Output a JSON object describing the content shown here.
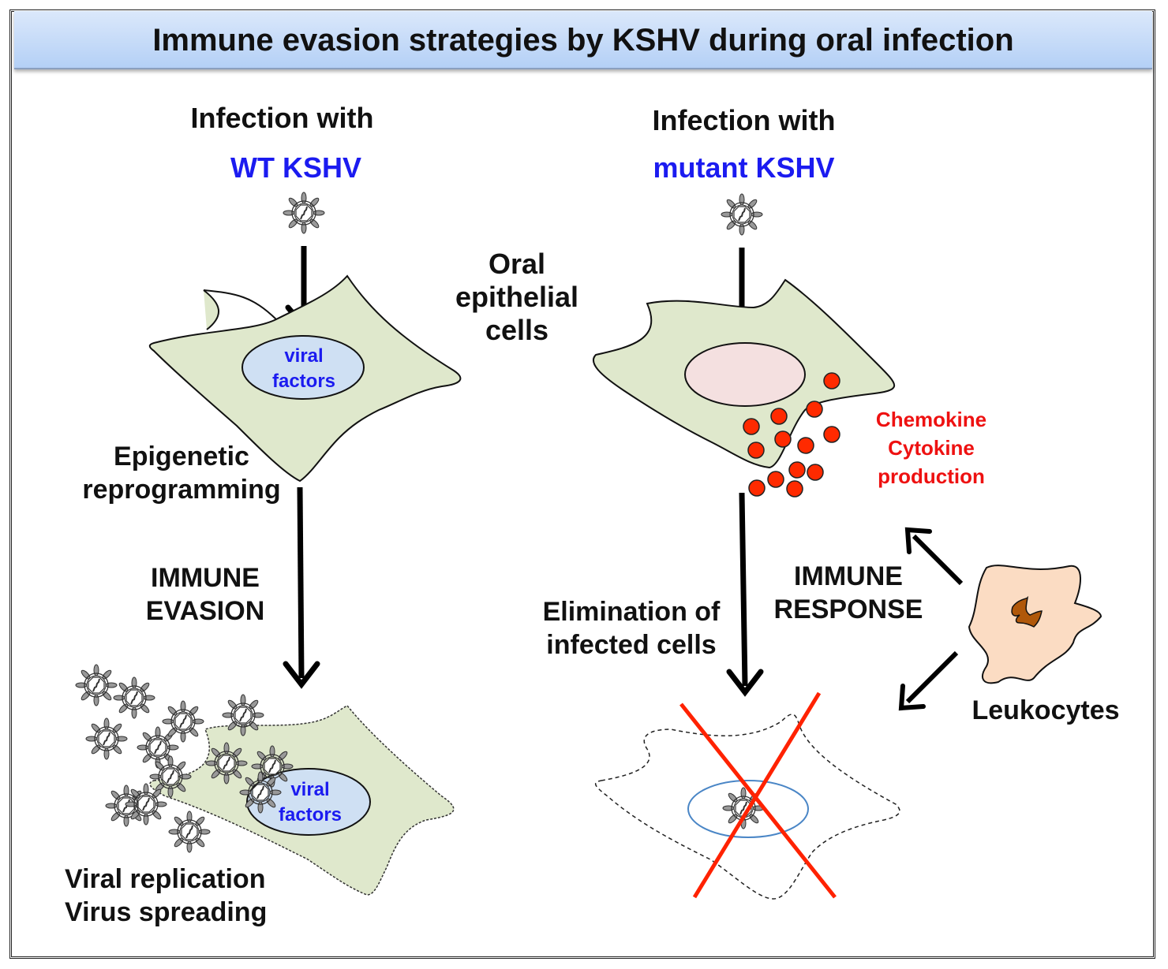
{
  "title": "Immune evasion strategies by KSHV during oral infection",
  "left_panel": {
    "heading_line1": "Infection with",
    "heading_line2": "WT KSHV",
    "nucleus_label": "viral\nfactors",
    "step_label": "Epigenetic\nreprogramming",
    "process_label": "IMMUNE\nEVASION",
    "outcome_label": "Viral replication\nVirus spreading",
    "final_nucleus_label": "viral\nfactors"
  },
  "center": {
    "cell_type_label": "Oral\nepithelial\ncells"
  },
  "right_panel": {
    "heading_line1": "Infection with",
    "heading_line2": "mutant KSHV",
    "secretion_label": "Chemokine\nCytokine\nproduction",
    "process_label": "IMMUNE\nRESPONSE",
    "outcome_label": "Elimination of\ninfected cells",
    "immune_cell_label": "Leukocytes"
  },
  "colors": {
    "cell_fill": "#dfe8cc",
    "nucleus_viral": "#cfe0f3",
    "nucleus_mutant": "#f4e0e0",
    "cytokine": "#ff2a00",
    "cross": "#ff2200",
    "leukocyte_fill": "#fbdcc3",
    "leukocyte_nucleus": "#b0580a",
    "label_blue": "#1b1bf0",
    "label_red": "#ee1111"
  }
}
